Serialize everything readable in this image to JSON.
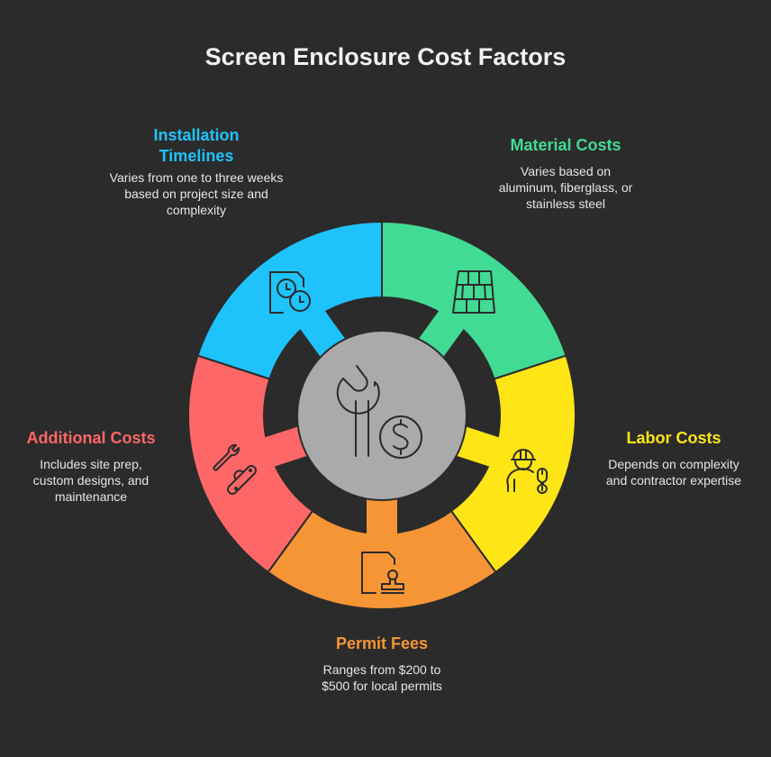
{
  "title": "Screen Enclosure Cost Factors",
  "colors": {
    "background": "#2b2b2b",
    "center": "#aaaaaa",
    "installation": "#1ec3fb",
    "material": "#42db94",
    "labor": "#fde516",
    "permit": "#f59536",
    "additional": "#fe6767"
  },
  "center_icon": "wrench-dollar-icon",
  "segments": [
    {
      "id": "installation",
      "title": "Installation Timelines",
      "title_line1": "Installation",
      "title_line2": "Timelines",
      "description": "Varies from one to three weeks based on project size and complexity",
      "icon": "document-clock-icon"
    },
    {
      "id": "material",
      "title": "Material Costs",
      "description": "Varies based on aluminum, fiberglass, or stainless steel",
      "icon": "tiles-icon"
    },
    {
      "id": "labor",
      "title": "Labor Costs",
      "description": "Depends on complexity and contractor expertise",
      "icon": "worker-wrench-icon"
    },
    {
      "id": "permit",
      "title": "Permit Fees",
      "description": "Ranges from $200 to $500 for local permits",
      "icon": "document-stamp-icon"
    },
    {
      "id": "additional",
      "title": "Additional Costs",
      "description": "Includes site prep, custom designs, and maintenance",
      "icon": "tools-icon"
    }
  ]
}
